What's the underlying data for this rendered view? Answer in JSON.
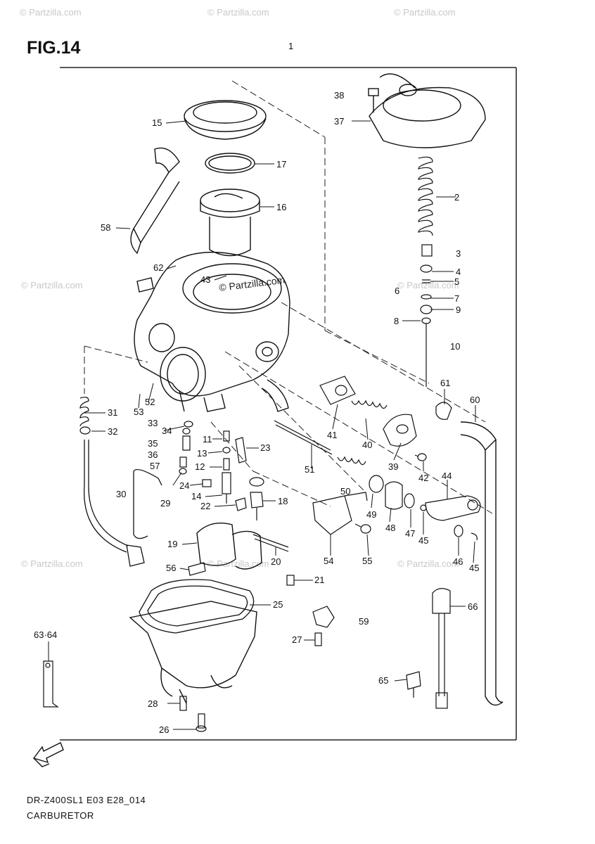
{
  "figure": {
    "title": "FIG.14",
    "top_number": "1"
  },
  "watermarks": {
    "text": "© Partzilla.com",
    "center_text": "© Partzilla.com"
  },
  "footer": {
    "code": "DR-Z400SL1 E03 E28_014",
    "name": "CARBURETOR"
  },
  "labels": {
    "l2": "2",
    "l3": "3",
    "l4": "4",
    "l5": "5",
    "l6": "6",
    "l7": "7",
    "l8": "8",
    "l9": "9",
    "l10": "10",
    "l11": "11",
    "l12": "12",
    "l13": "13",
    "l14": "14",
    "l15": "15",
    "l16": "16",
    "l17": "17",
    "l18": "18",
    "l19": "19",
    "l20": "20",
    "l21": "21",
    "l22": "22",
    "l23": "23",
    "l24": "24",
    "l25": "25",
    "l26": "26",
    "l27": "27",
    "l28": "28",
    "l29": "29",
    "l30": "30",
    "l31": "31",
    "l32": "32",
    "l33": "33",
    "l34": "34",
    "l35": "35",
    "l36": "36",
    "l37": "37",
    "l38": "38",
    "l39": "39",
    "l40": "40",
    "l41": "41",
    "l42": "42",
    "l43": "43",
    "l44": "44",
    "l45a": "45",
    "l45b": "45",
    "l46": "46",
    "l47": "47",
    "l48": "48",
    "l49": "49",
    "l50": "50",
    "l51": "51",
    "l52": "52",
    "l53": "53",
    "l54": "54",
    "l55": "55",
    "l56": "56",
    "l57": "57",
    "l58": "58",
    "l59": "59",
    "l60": "60",
    "l61": "61",
    "l62": "62",
    "l6364": "63·64",
    "l65": "65",
    "l66": "66"
  },
  "icons": {
    "forward_arrow": "fwd-arrow-icon"
  },
  "colors": {
    "ink": "#111111",
    "watermark": "#c8c8c8",
    "background": "#ffffff"
  }
}
